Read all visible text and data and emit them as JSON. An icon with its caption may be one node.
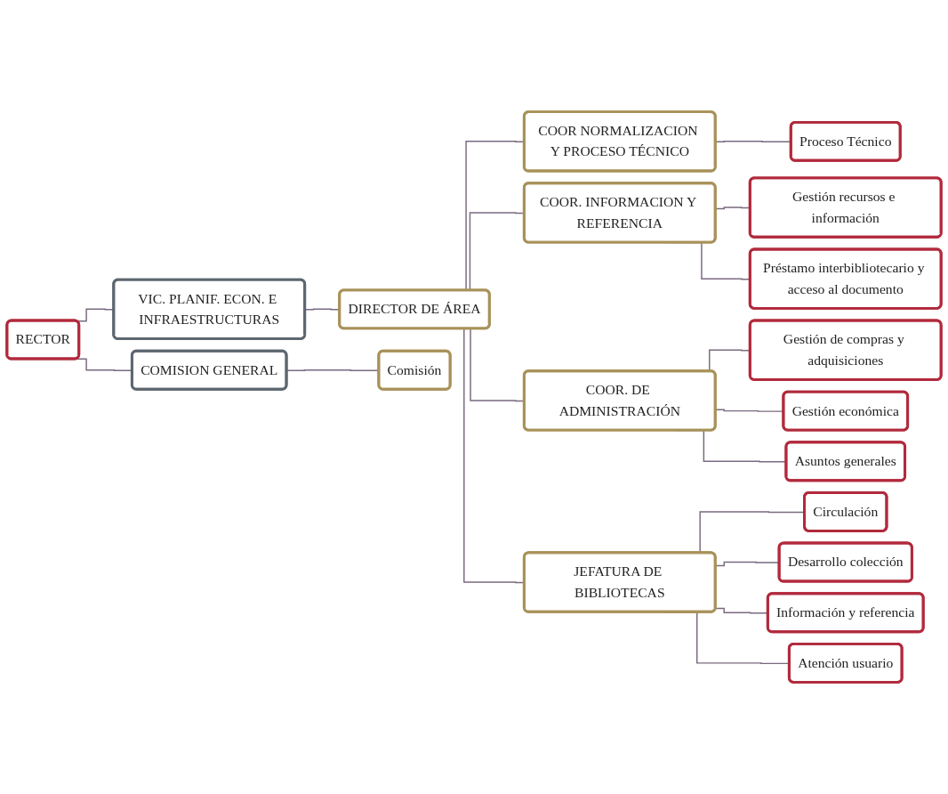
{
  "diagram": {
    "nodes": [
      {
        "text": [
          "RECTOR"
        ]
      },
      {
        "text": [
          "VIC. PLANIF. ECON. E INFRAESTRUCTURAS"
        ]
      },
      {
        "text": [
          "DIRECTOR DE ÁREA"
        ]
      },
      {
        "text": [
          "COOR NORMALIZACION Y PROCESO TÉCNICO"
        ]
      },
      {
        "text": [
          "Proceso Técnico"
        ]
      },
      {
        "text": [
          "COOR. INFORMACION Y REFERENCIA"
        ]
      },
      {
        "text": [
          "Gestión recursos e información"
        ]
      },
      {
        "text": [
          "Préstamo interbibliotecario y acceso al documento"
        ]
      },
      {
        "text": [
          "COOR. DE ADMINISTRACIÓN"
        ]
      },
      {
        "text": [
          "Gestión de compras y adquisiciones"
        ]
      },
      {
        "text": [
          "Gestión económica"
        ]
      },
      {
        "text": [
          "Asuntos generales"
        ]
      },
      {
        "text": [
          "COMISION GENERAL"
        ]
      },
      {
        "text": [
          "Comisión"
        ]
      },
      {
        "text": [
          "JEFATURA DE BIBLIOTECAS"
        ]
      },
      {
        "text": [
          "Circulación"
        ]
      },
      {
        "text": [
          "Desarrollo colección"
        ]
      },
      {
        "text": [
          "Información y referencia"
        ]
      },
      {
        "text": [
          "Atención usuario"
        ]
      }
    ],
    "edges": [
      {
        "from": 0,
        "to": 1,
        "arrow": "none"
      },
      {
        "from": 0,
        "to": 12,
        "arrow": "none"
      },
      {
        "from": 1,
        "to": 2,
        "arrow": "none"
      },
      {
        "from": 2,
        "to": 3,
        "arrow": "none"
      },
      {
        "from": 3,
        "to": 4,
        "arrow": "none"
      },
      {
        "from": 2,
        "to": 5,
        "arrow": "none"
      },
      {
        "from": 5,
        "to": 6,
        "arrow": "none"
      },
      {
        "from": 5,
        "to": 7,
        "arrow": "none"
      },
      {
        "from": 2,
        "to": 8,
        "arrow": "none"
      },
      {
        "from": 8,
        "to": 9,
        "arrow": "none"
      },
      {
        "from": 8,
        "to": 10,
        "arrow": "none"
      },
      {
        "from": 8,
        "to": 11,
        "arrow": "none"
      },
      {
        "from": 12,
        "to": 13,
        "arrow": "none"
      },
      {
        "from": 2,
        "to": 14,
        "arrow": "none"
      },
      {
        "from": 14,
        "to": 15,
        "arrow": "none"
      },
      {
        "from": 14,
        "to": 16,
        "arrow": "none"
      },
      {
        "from": 14,
        "to": 17,
        "arrow": "none"
      },
      {
        "from": 14,
        "to": 18,
        "arrow": "none"
      }
    ]
  }
}
